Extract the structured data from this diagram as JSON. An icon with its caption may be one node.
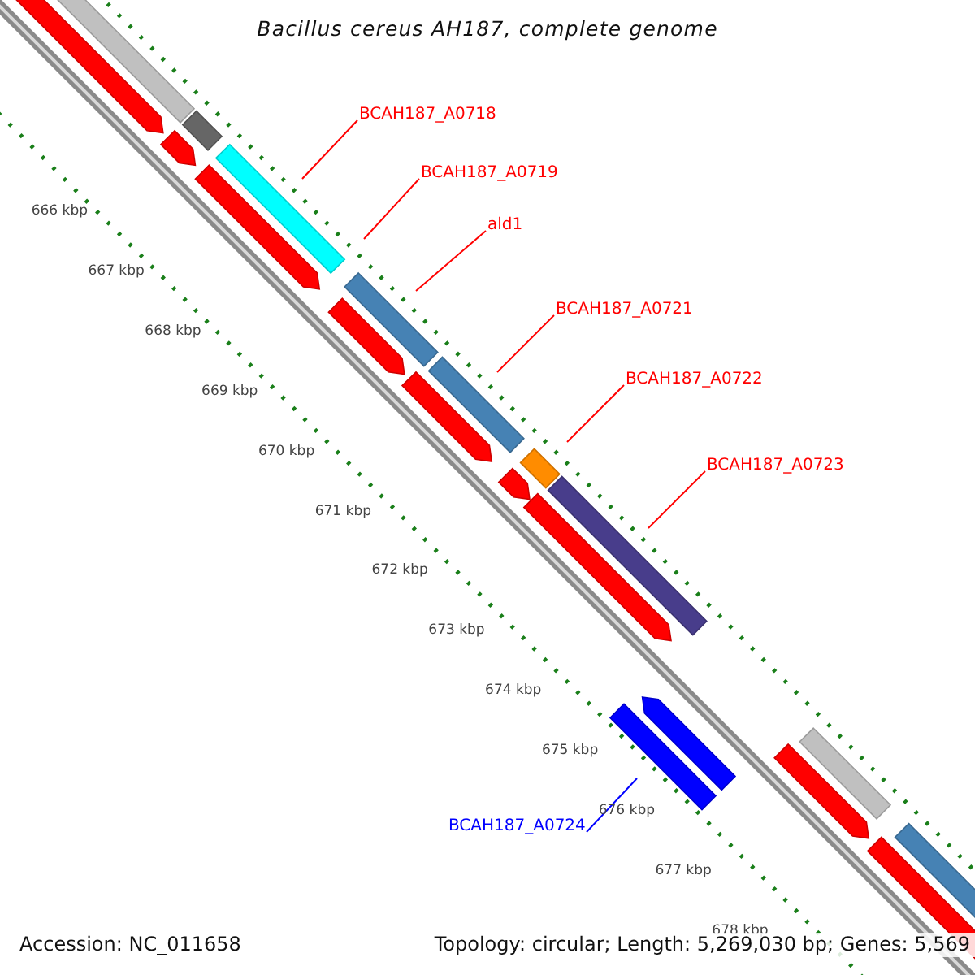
{
  "diagram": {
    "title": "Bacillus cereus AH187, complete genome",
    "nodes": [
      {
        "text": [
          "BCAH187_A0718"
        ]
      },
      {
        "text": [
          "BCAH187_A0719"
        ]
      },
      {
        "text": [
          "ald1"
        ]
      },
      {
        "text": [
          "BCAH187_A0721"
        ]
      },
      {
        "text": [
          "BCAH187_A0722"
        ]
      },
      {
        "text": [
          "BCAH187_A0723"
        ]
      },
      {
        "text": [
          "BCAH187_A0724"
        ]
      }
    ],
    "edges": [
      {
        "from": 0,
        "to": null,
        "arrow": "none"
      },
      {
        "from": 1,
        "to": null,
        "arrow": "none"
      },
      {
        "from": 2,
        "to": null,
        "arrow": "none"
      },
      {
        "from": 3,
        "to": null,
        "arrow": "none"
      },
      {
        "from": 4,
        "to": null,
        "arrow": "none"
      },
      {
        "from": 5,
        "to": null,
        "arrow": "none"
      },
      {
        "from": 6,
        "to": null,
        "arrow": "none",
        "color": "#0000ff"
      }
    ],
    "labels": [
      "666 kbp",
      "667 kbp",
      "668 kbp",
      "669 kbp",
      "670 kbp",
      "671 kbp",
      "672 kbp",
      "673 kbp",
      "674 kbp",
      "675 kbp",
      "676 kbp",
      "677 kbp",
      "678 kbp",
      "Accession: NC_011658",
      "Topology: circular; Length: 5,269,030 bp; Genes: 5,569"
    ]
  }
}
